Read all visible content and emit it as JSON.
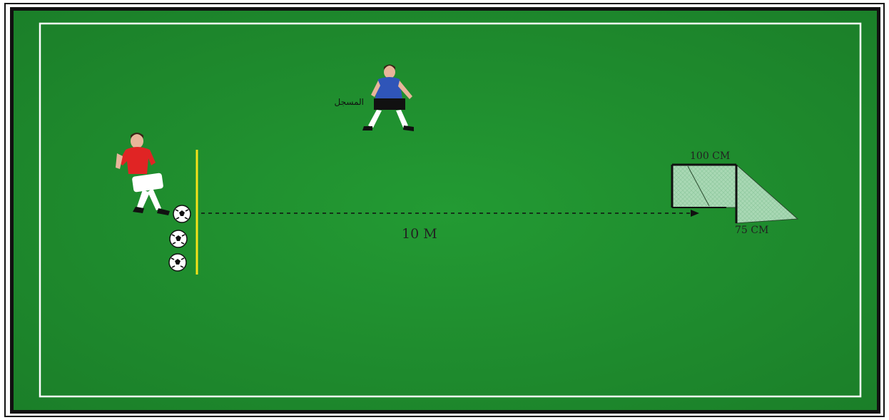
{
  "labels": {
    "distance": "10 M",
    "goal_width": "100 CM",
    "goal_depth": "75 CM",
    "scorer": "المسجل"
  },
  "colors": {
    "pitch": "#1e8a2c",
    "pitch_lines": "#ffffff",
    "start_line": "#f4e21a",
    "kicker_shirt": "#e02424",
    "scorer_shirt": "#2f55b8",
    "goal_net": "#a9d8b4"
  },
  "elements": {
    "balls_count": 3,
    "kicker": "red-shirt-player",
    "scorer_player": "blue-shirt-player",
    "goal": "mini-goal"
  }
}
